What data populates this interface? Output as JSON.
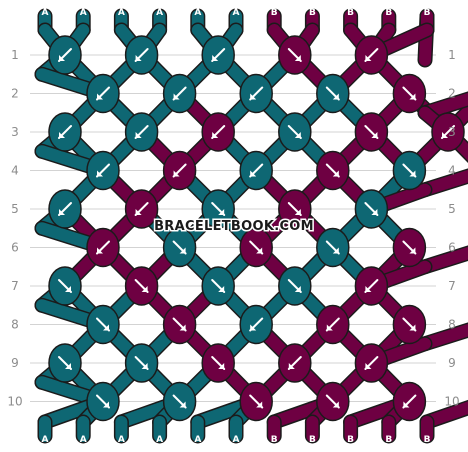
{
  "watermark": "BRACELETBOOK.COM",
  "colors": {
    "A": "#0e6773",
    "B": "#6e0042",
    "outline": "#1b1b1b",
    "arrow": "#ffffff",
    "grid": "#d3d3d3"
  },
  "strands_top": [
    "A",
    "A",
    "A",
    "A",
    "A",
    "A",
    "B",
    "B",
    "B",
    "B",
    "B"
  ],
  "strands_bottom": [
    "A",
    "A",
    "A",
    "A",
    "A",
    "A",
    "B",
    "B",
    "B",
    "B",
    "B"
  ],
  "row_labels": [
    "1",
    "2",
    "3",
    "4",
    "5",
    "6",
    "7",
    "8",
    "9",
    "10"
  ],
  "knots": [
    [
      {
        "c": "A",
        "d": "left"
      },
      {
        "c": "A",
        "d": "left"
      },
      {
        "c": "A",
        "d": "left"
      },
      {
        "c": "B",
        "d": "right"
      },
      {
        "c": "B",
        "d": "left"
      }
    ],
    [
      {
        "c": "A",
        "d": "left"
      },
      {
        "c": "A",
        "d": "left"
      },
      {
        "c": "A",
        "d": "left"
      },
      {
        "c": "A",
        "d": "right"
      },
      {
        "c": "B",
        "d": "right"
      },
      {
        "c": "B",
        "d": "left"
      }
    ],
    [
      {
        "c": "A",
        "d": "left"
      },
      {
        "c": "A",
        "d": "left"
      },
      {
        "c": "B",
        "d": "left"
      },
      {
        "c": "A",
        "d": "right"
      },
      {
        "c": "B",
        "d": "right"
      },
      {
        "c": "B",
        "d": "left"
      }
    ],
    [
      {
        "c": "A",
        "d": "left"
      },
      {
        "c": "B",
        "d": "left"
      },
      {
        "c": "A",
        "d": "left"
      },
      {
        "c": "B",
        "d": "right"
      },
      {
        "c": "A",
        "d": "right"
      },
      {
        "c": "B",
        "d": "right"
      }
    ],
    [
      {
        "c": "A",
        "d": "left"
      },
      {
        "c": "B",
        "d": "left"
      },
      {
        "c": "A",
        "d": "right"
      },
      {
        "c": "B",
        "d": "right"
      },
      {
        "c": "A",
        "d": "right"
      }
    ],
    [
      {
        "c": "B",
        "d": "left"
      },
      {
        "c": "A",
        "d": "right"
      },
      {
        "c": "B",
        "d": "right"
      },
      {
        "c": "A",
        "d": "right"
      },
      {
        "c": "B",
        "d": "right"
      },
      {
        "c": "B",
        "d": "left"
      }
    ],
    [
      {
        "c": "A",
        "d": "right"
      },
      {
        "c": "B",
        "d": "right"
      },
      {
        "c": "A",
        "d": "right"
      },
      {
        "c": "A",
        "d": "right"
      },
      {
        "c": "B",
        "d": "left"
      }
    ],
    [
      {
        "c": "A",
        "d": "right"
      },
      {
        "c": "B",
        "d": "right"
      },
      {
        "c": "A",
        "d": "left"
      },
      {
        "c": "B",
        "d": "left"
      },
      {
        "c": "B",
        "d": "right"
      },
      {
        "c": "B",
        "d": "left"
      }
    ],
    [
      {
        "c": "A",
        "d": "right"
      },
      {
        "c": "A",
        "d": "right"
      },
      {
        "c": "B",
        "d": "right"
      },
      {
        "c": "B",
        "d": "left"
      },
      {
        "c": "B",
        "d": "left"
      }
    ],
    [
      {
        "c": "A",
        "d": "right"
      },
      {
        "c": "A",
        "d": "right"
      },
      {
        "c": "B",
        "d": "right"
      },
      {
        "c": "B",
        "d": "right"
      },
      {
        "c": "B",
        "d": "left"
      },
      {
        "c": "B",
        "d": "left"
      }
    ]
  ]
}
